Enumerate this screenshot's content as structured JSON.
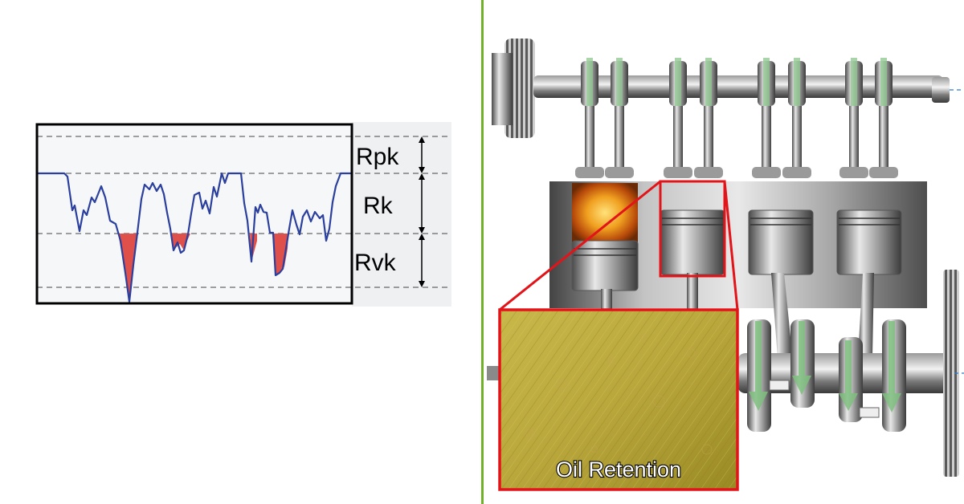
{
  "roughness_diagram": {
    "labels": {
      "rpk": "Rpk",
      "rk": "Rk",
      "rvk": "Rvk"
    },
    "colors": {
      "profile": "#2a3f9e",
      "valley_fill": "#e0504a",
      "frame": "#000000",
      "dashed": "#444444"
    }
  },
  "engine_diagram": {
    "inset_label": "Oil Retention",
    "colors": {
      "highlight": "#e2141a",
      "divider": "#6fb22a",
      "flow_arrows": "#7fbf7f"
    }
  }
}
